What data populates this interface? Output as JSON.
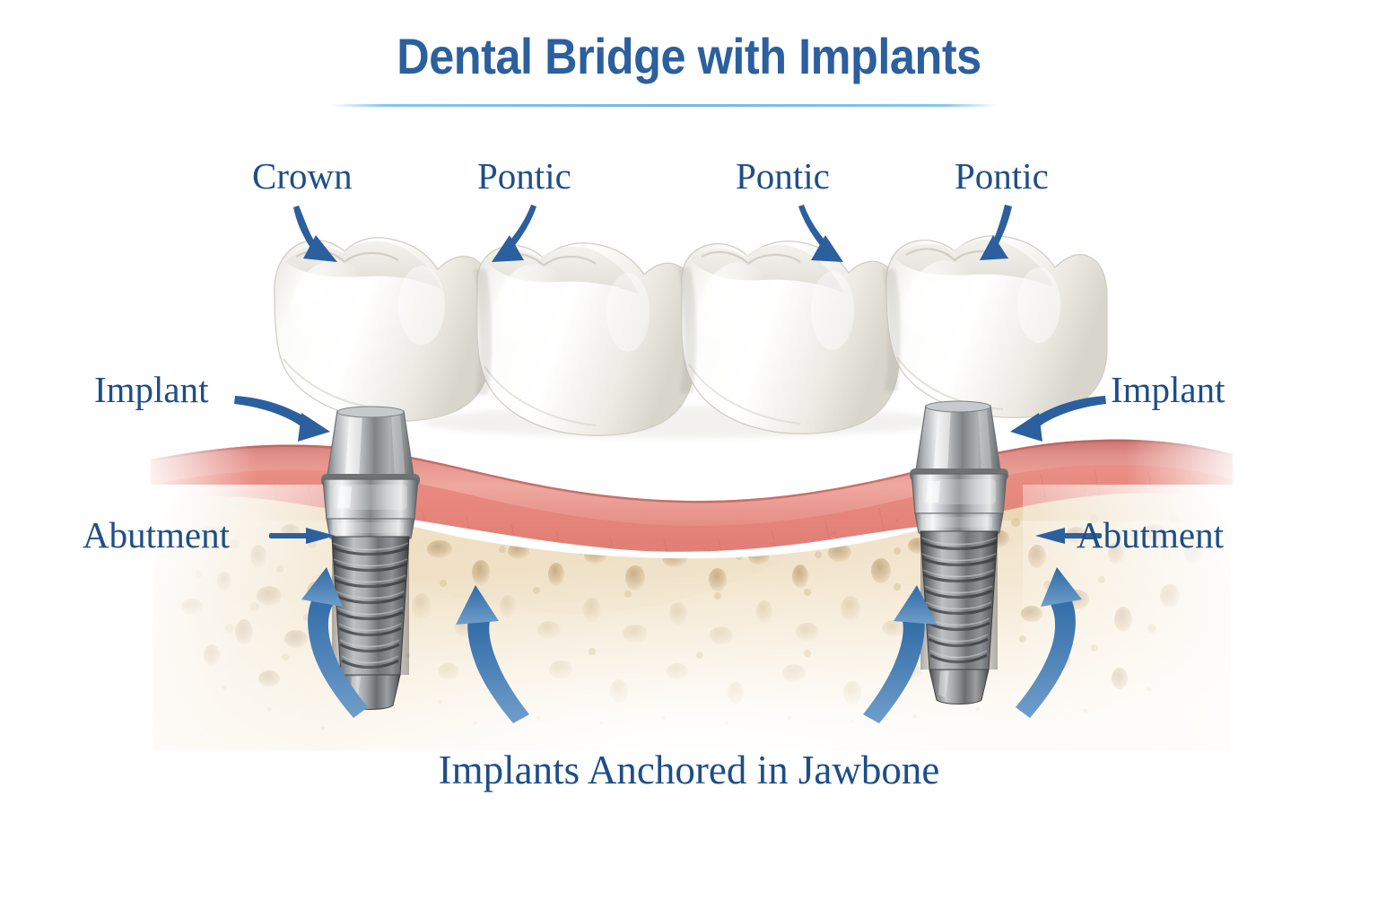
{
  "title": "Dental Bridge with Implants",
  "caption": "Implants Anchored in Jawbone",
  "colors": {
    "title_blue": "#2b5f9e",
    "label_blue": "#1d4e87",
    "rule_blue": "#7fc4e8",
    "arrow_blue": "#2c5f9e",
    "anchor_arrow_blue": "#4a7fb5",
    "gum_pink": "#e99a93",
    "gum_deep": "#d9746f",
    "bone_tan": "#ecd9b8",
    "bone_cream": "#f5e7cf",
    "metal_grey": "#9a9ea1",
    "metal_dark": "#4a4d50",
    "tooth_white": "#f7f7f4",
    "background": "#ffffff"
  },
  "labels": {
    "crown": "Crown",
    "pontic_1": "Pontic",
    "pontic_2": "Pontic",
    "pontic_3": "Pontic",
    "implant_left": "Implant",
    "implant_right": "Implant",
    "abutment_left": "Abutment",
    "abutment_right": "Abutment"
  },
  "diagram": {
    "type": "anatomical-illustration",
    "subject": "four-unit dental bridge supported by two endosseous implants",
    "teeth": [
      {
        "name": "crown",
        "position": "left",
        "supported": true
      },
      {
        "name": "pontic",
        "position": "left-center",
        "supported": false
      },
      {
        "name": "pontic",
        "position": "right-center",
        "supported": false
      },
      {
        "name": "pontic",
        "position": "right",
        "supported": true
      }
    ],
    "implants": [
      {
        "side": "left",
        "parts": [
          "abutment post",
          "collar",
          "threaded screw body"
        ]
      },
      {
        "side": "right",
        "parts": [
          "abutment post",
          "collar",
          "threaded screw body"
        ]
      }
    ],
    "tissues": [
      "gingiva",
      "cancellous jawbone"
    ]
  }
}
